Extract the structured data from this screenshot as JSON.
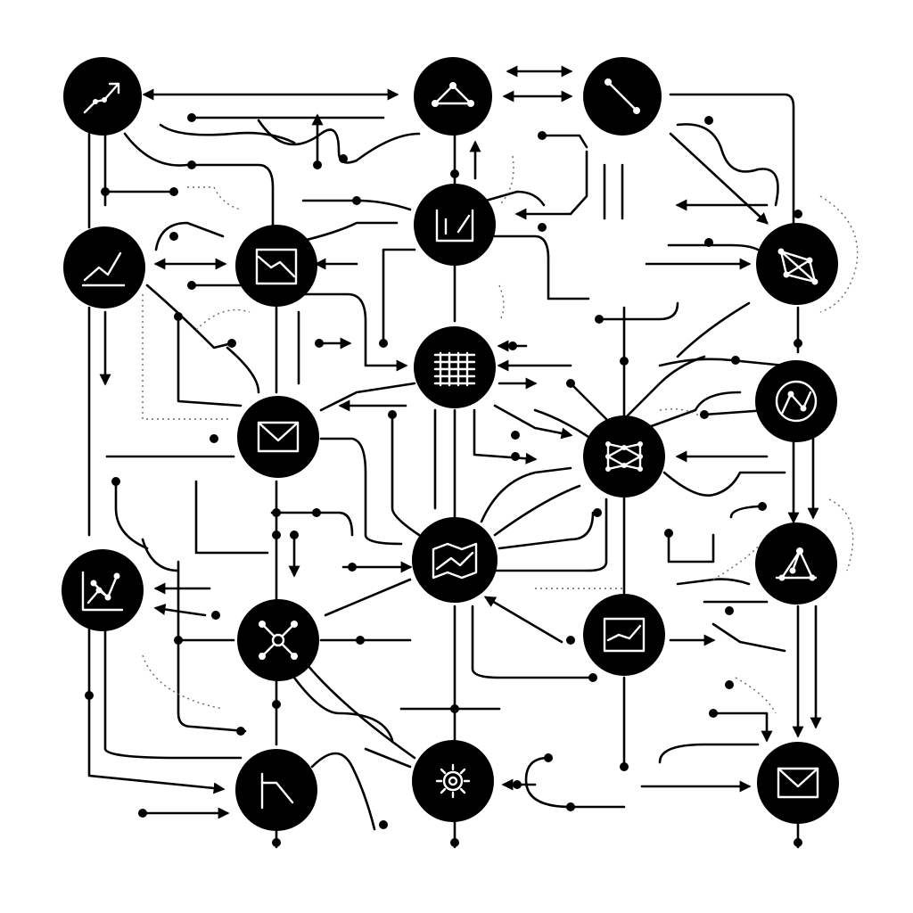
{
  "diagram": {
    "background": "#ffffff",
    "ink": "#000000",
    "nodes": [
      {
        "id": "n1",
        "icon": "trend-up-arrow-icon"
      },
      {
        "id": "n2",
        "icon": "triangle-network-icon"
      },
      {
        "id": "n3",
        "icon": "diagonal-link-icon"
      },
      {
        "id": "n4",
        "icon": "line-chart-icon"
      },
      {
        "id": "n5",
        "icon": "folder-chart-icon"
      },
      {
        "id": "n6",
        "icon": "bar-frame-icon"
      },
      {
        "id": "n7",
        "icon": "polygon-network-icon"
      },
      {
        "id": "n8",
        "icon": "grid-calendar-icon"
      },
      {
        "id": "n9",
        "icon": "envelope-icon"
      },
      {
        "id": "n10",
        "icon": "graph-circle-icon"
      },
      {
        "id": "n11",
        "icon": "neural-network-icon"
      },
      {
        "id": "n12",
        "icon": "map-icon"
      },
      {
        "id": "n13",
        "icon": "scatter-plot-icon"
      },
      {
        "id": "n14",
        "icon": "triangle-graph-icon"
      },
      {
        "id": "n15",
        "icon": "hub-network-icon"
      },
      {
        "id": "n16",
        "icon": "image-chart-icon"
      },
      {
        "id": "n17",
        "icon": "down-trend-icon"
      },
      {
        "id": "n18",
        "icon": "gear-icon"
      },
      {
        "id": "n19",
        "icon": "envelope-icon"
      }
    ]
  }
}
